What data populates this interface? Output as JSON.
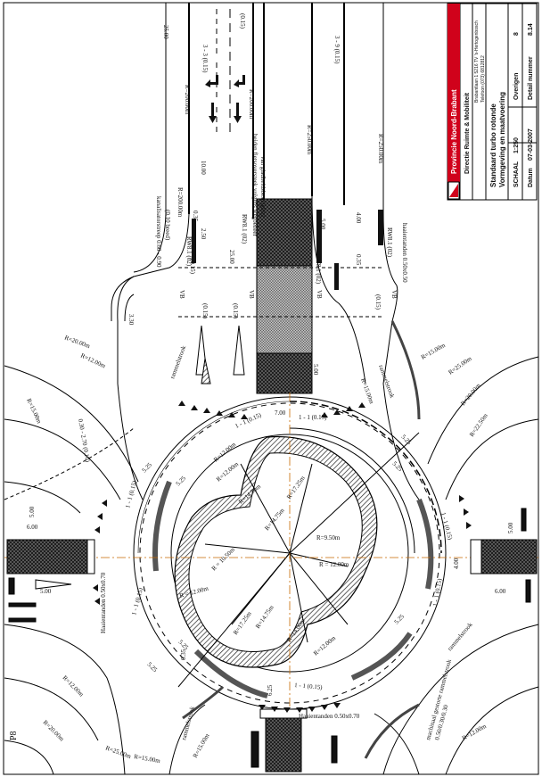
{
  "title_block": {
    "organization": "Provincie Noord-Brabant",
    "department": "Directie Ruimte & Mobiliteit",
    "small_note": "Brabantlaan 1 5216 TV 's-Hertogenbosch",
    "small_note_2": "Telefoon (073) 6812812",
    "drawing_title_1": "Standaard turbo rotonde",
    "drawing_title_2": "Vormgeving en maatvoering",
    "scale_label": "SCHAAL",
    "scale_value": "1:250",
    "sheet_label": "Overigen",
    "sheet_value": "8",
    "date_label": "Datum",
    "date_value": "07-03-2007",
    "detail_label": "Detail nummer",
    "detail_value": "8.14",
    "brand_color": "#d0021b"
  },
  "labels": {
    "lane_left": "3 - 3 (0.15)",
    "lane_right": "3 - 9 (0.15)",
    "paren_015": "(0.15)",
    "top_left_25": "25.00",
    "r200_a": "R=200.00m",
    "r200_b": "R=200.00m",
    "r200_c": "R=200.00m",
    "r250_a": "R=250.00m",
    "r250_b": "R=250.00m",
    "dim_1000": "10.00",
    "dim_035": "0.35",
    "dim_250": "2.50",
    "dim_2500": "25.00",
    "dim_400": "4.00",
    "dim_500": "5.00",
    "dim_500b": "5.00",
    "dim_700": "7.00",
    "dim_330": "3.30",
    "dim_600": "6.00",
    "dim_500c": "5.00",
    "dim_500d": "5.00",
    "dim_400b": "4.00",
    "dim_600b": "6.00",
    "dim_500e": "5.00",
    "dim_625": "6.25",
    "dim_035b": "0.35",
    "dim_035c": "0.35",
    "kanal": "kanalisatorstreep 0.60 - 0.90",
    "kanal2": "(0.10 breed)",
    "fiets": "beiden fietsoversteek volgens wegbeheer",
    "fiets2": "van gladheidsbestrijding",
    "haai_top": "haaientanden 0.50x0.50",
    "haai_left": "Haaientanden 0.50x0.70",
    "haai_bottom": "Haaientanden 0.50x0.70",
    "rammel_left": "rammelstrook",
    "rammel_right": "rammelstrook",
    "rammel_right2": "rammelstrook",
    "rammel_bottom": "rammelstrook",
    "mach": "machinaal gestorte rammelstrook",
    "mach2": "0.50/0.30/0.30",
    "r20": "R=20.00m",
    "r12_a": "R=12.00m",
    "r15_a": "R=15.00m",
    "r15_b": "R=15.00m",
    "r25_a": "R=25.00m",
    "r20_b": "R=20.00m",
    "r225_a": "R=22.50m",
    "r15_c": "R=15.00m",
    "r20_c": "R=20.00m",
    "r12_b": "R=12.00m",
    "r25_b": "R=25.00m",
    "r15_d": "R=15.00m",
    "r15_e": "R=15.00m",
    "r12_c": "R=12.00m",
    "inner_1450": "R=14.50m",
    "inner_1200": "R=12.00m",
    "inner_1725": "R=17.25m",
    "inner_1475": "R=14.75m",
    "inner_950": "R=9.50m",
    "inner_1200b": "R = 12.00m",
    "inner_1200c": "R = 12.00m",
    "inner_1725b": "R=17.25m",
    "inner_1475b": "R=14.75m",
    "inner_1400": "R=14.00m",
    "inner_1200d": "R=12.00m",
    "inner_1200e": "R=12.00m",
    "inner_1050": "R = 10.50m",
    "ring_11a": "1 - 1 (0.15)",
    "ring_11b": "1 - 1 (0.15)",
    "ring_11c": "1 - 1 (0.15)",
    "ring_11d": "1 - 1 (0.15)",
    "ring_11e": "1 - 1 (0.15)",
    "ring_11f": "1 - 1 (0.15)",
    "ring_11g": "1 - 1 (0.15)",
    "p015_1": "(0.15)",
    "p015_2": "(0.15)",
    "p015_3": "(0.15)",
    "p015_4": "(0.15)",
    "dash_030": "0.30 - 2.70 (0.10)",
    "rw_a": "RW8.1 (02)",
    "rw_b": "RW8.1 (02)",
    "rw_c": "RW8.1 (02)",
    "rw_d": "RW8.1 (02)",
    "vb_a": "VB",
    "vb_b": "VB",
    "vb_c": "VB",
    "vb_d": "VB",
    "d525_a": "5.25",
    "d525_b": "5.25",
    "d525_c": "5.25",
    "d525_d": "5.25",
    "d525_e": "5.25",
    "d525_f": "5.25",
    "d525_g": "5.25",
    "page_no": "P8"
  }
}
